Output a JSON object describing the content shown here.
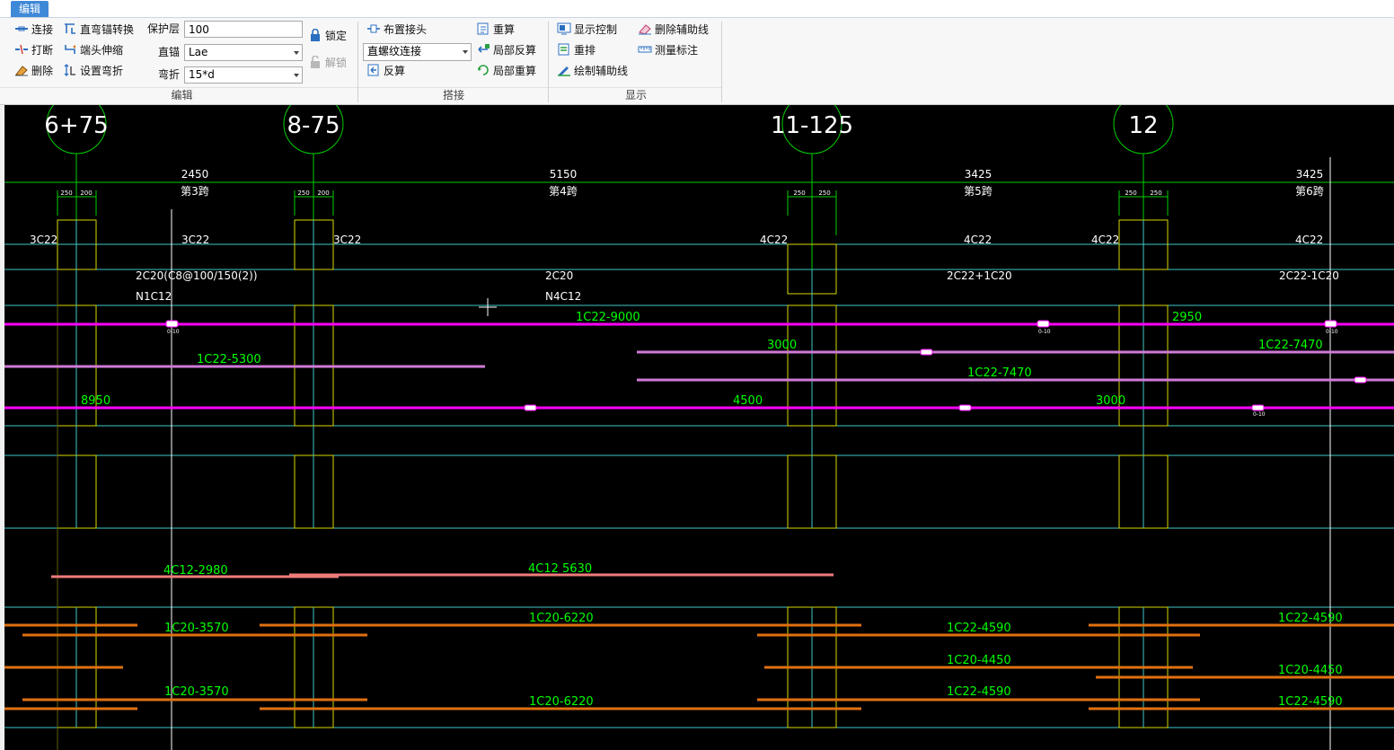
{
  "tabs": [
    {
      "label": "编辑"
    }
  ],
  "ribbon": {
    "groups": [
      {
        "label": "编辑"
      },
      {
        "label": "搭接"
      },
      {
        "label": "显示"
      }
    ],
    "edit": {
      "connect": "连接",
      "break": "打断",
      "delete": "删除",
      "straight_bend_convert": "直弯锚转换",
      "end_stretch": "端头伸缩",
      "set_bend": "设置弯折",
      "cover_label": "保护层",
      "cover_value": "100",
      "straight_anchor_label": "直锚",
      "straight_anchor_value": "Lae",
      "bend_label": "弯折",
      "bend_value": "15*d",
      "lock": "锁定",
      "unlock": "解锁"
    },
    "lap": {
      "place_joint": "布置接头",
      "joint_type": "直螺纹连接",
      "reverse_calc": "反算",
      "recalc": "重算",
      "partial_reverse": "局部反算",
      "partial_recalc": "局部重算"
    },
    "display": {
      "display_control": "显示控制",
      "rearrange": "重排",
      "draw_aux": "绘制辅助线",
      "delete_aux": "删除辅助线",
      "measure": "测量标注"
    }
  },
  "drawing": {
    "axes": [
      "6+75",
      "8-75",
      "11-125",
      "12"
    ],
    "spans": [
      {
        "length": "2450",
        "name": "第3跨"
      },
      {
        "length": "5150",
        "name": "第4跨"
      },
      {
        "length": "3425",
        "name": "第5跨"
      },
      {
        "length": "3425",
        "name": "第6跨"
      }
    ],
    "half_widths": [
      "250",
      "200",
      "250",
      "200",
      "250",
      "250",
      "250",
      "250"
    ],
    "top_bars": [
      "3C22",
      "3C22",
      "3C22",
      "4C22",
      "4C22",
      "4C22",
      "4C22"
    ],
    "stirrup_labels": [
      "2C20(C8@100/150(2))",
      "N1C12",
      "2C20",
      "N4C12",
      "2C22+1C20",
      "2C22-1C20"
    ],
    "rebar_labels": [
      "1C22-9000",
      "2950",
      "3000",
      "1C22-7470",
      "1C22-5300",
      "1C22-7470",
      "8950",
      "4500",
      "3000",
      "4C12-2980",
      "4C12 5630",
      "1C20-6220",
      "1C20-3570",
      "1C22-4590",
      "1C22-4590",
      "1C20-4450",
      "1C20-4450",
      "1C20-3570",
      "1C22-4590",
      "1C20-6220",
      "1C22-4590"
    ],
    "joint_mark": "0-10",
    "colors": {
      "background": "#000000",
      "axis": "#00d000",
      "column": "#e8e800",
      "grid": "#40c8c8",
      "main_bar": "#ff00ff",
      "second_bar": "#d07ad8",
      "waist_bar": "#f07b7b",
      "bottom_bar": "#e07010",
      "bar_text": "#00ff00",
      "dim_text": "#ffffff"
    }
  }
}
